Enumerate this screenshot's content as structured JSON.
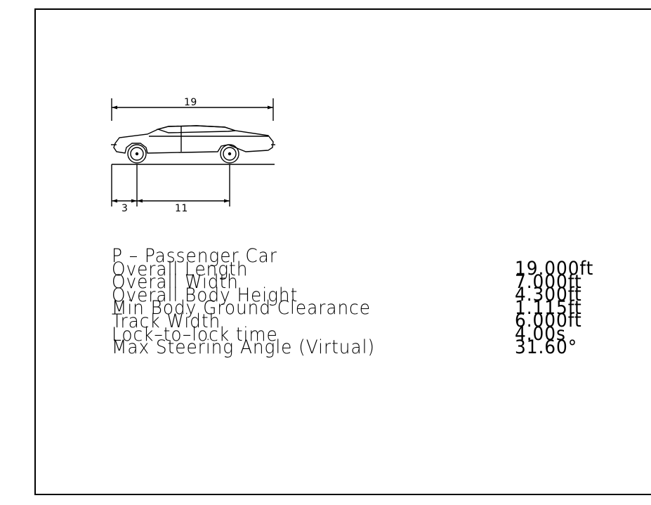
{
  "dimensions": {
    "overall_length_label": "19",
    "front_overhang_label": "3",
    "wheelbase_label": "11"
  },
  "vehicle": {
    "title": "P – Passenger Car"
  },
  "specs": [
    {
      "label": "Overall Length",
      "value": "19.000ft"
    },
    {
      "label": "Overall Width",
      "value": "7.000ft"
    },
    {
      "label": "Overall Body Height",
      "value": "4.300ft"
    },
    {
      "label": "Min Body Ground Clearance",
      "value": "1.115ft"
    },
    {
      "label": "Track Width",
      "value": "6.000ft"
    },
    {
      "label": "Lock–to–lock time",
      "value": "4.00s"
    },
    {
      "label": "Max Steering Angle (Virtual)",
      "value": "31.60°"
    }
  ]
}
